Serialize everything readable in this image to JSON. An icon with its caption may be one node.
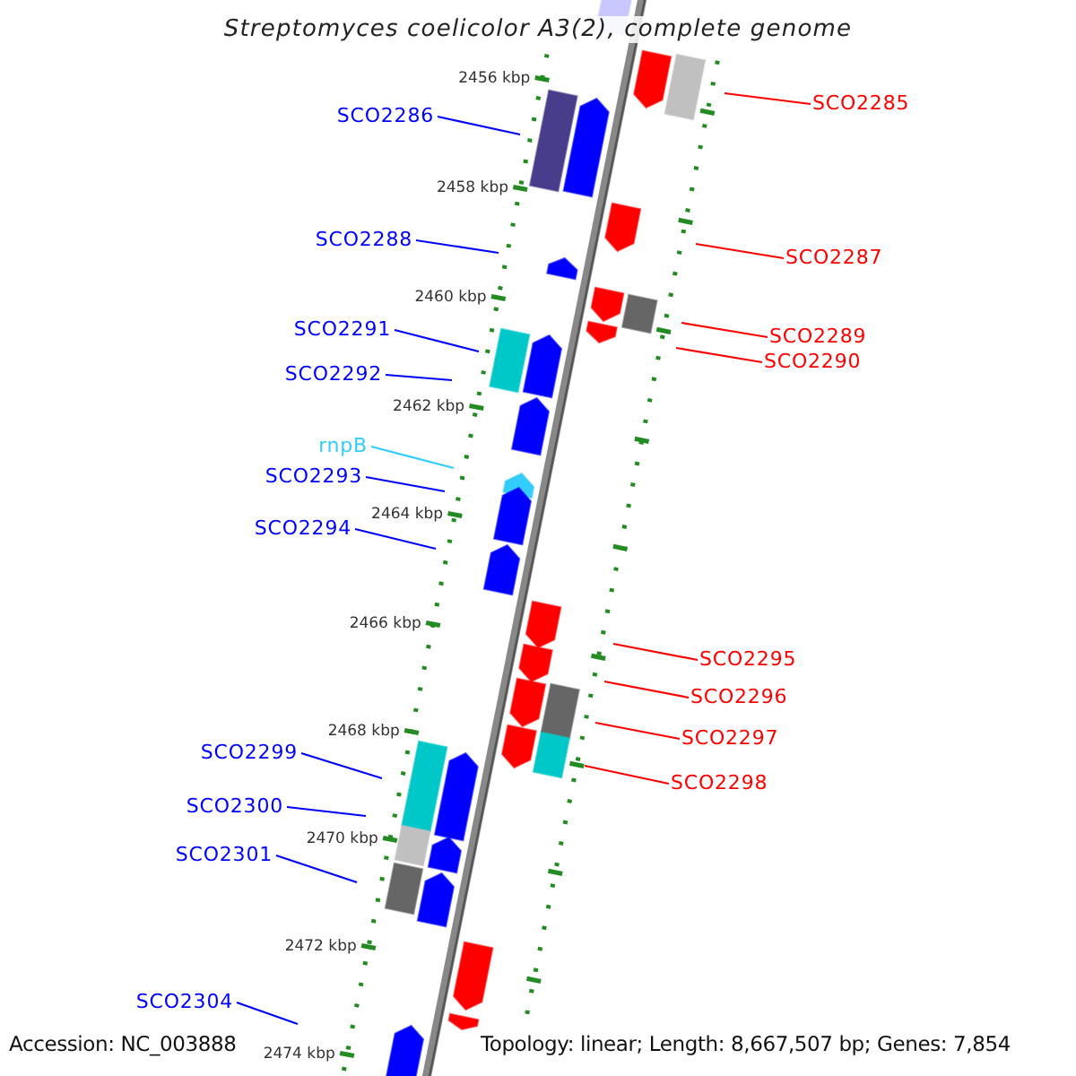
{
  "diagram": {
    "title": "Streptomyces coelicolor A3(2), complete genome",
    "nodes": [
      {
        "text": [
          "SCO2285"
        ]
      },
      {
        "text": [
          "SCO2286"
        ]
      },
      {
        "text": [
          "SCO2288"
        ]
      },
      {
        "text": [
          "SCO2287"
        ]
      },
      {
        "text": [
          "SCO2291"
        ]
      },
      {
        "text": [
          "SCO2289"
        ]
      },
      {
        "text": [
          "SCO2290"
        ]
      },
      {
        "text": [
          "SCO2292"
        ]
      },
      {
        "text": [
          "rnpB"
        ]
      },
      {
        "text": [
          "SCO2293"
        ]
      },
      {
        "text": [
          "SCO2294"
        ]
      },
      {
        "text": [
          "SCO2295"
        ]
      },
      {
        "text": [
          "SCO2296"
        ]
      },
      {
        "text": [
          "SCO2297"
        ]
      },
      {
        "text": [
          "SCO2299"
        ]
      },
      {
        "text": [
          "SCO2298"
        ]
      },
      {
        "text": [
          "SCO2300"
        ]
      },
      {
        "text": [
          "SCO2301"
        ]
      },
      {
        "text": [
          "SCO2304"
        ]
      }
    ],
    "edges": [
      {
        "from": 0,
        "to": null,
        "arrow": "none",
        "color": "#ff0000"
      },
      {
        "from": 1,
        "to": null,
        "arrow": "none"
      },
      {
        "from": 2,
        "to": null,
        "arrow": "none"
      },
      {
        "from": 3,
        "to": null,
        "arrow": "none",
        "color": "#ff0000"
      },
      {
        "from": 4,
        "to": null,
        "arrow": "none"
      },
      {
        "from": 5,
        "to": null,
        "arrow": "none",
        "color": "#ff0000"
      },
      {
        "from": 6,
        "to": null,
        "arrow": "none",
        "color": "#ff0000"
      },
      {
        "from": 7,
        "to": null,
        "arrow": "none"
      },
      {
        "from": 8,
        "to": null,
        "arrow": "none",
        "color": "#33ccff"
      },
      {
        "from": 9,
        "to": null,
        "arrow": "none"
      },
      {
        "from": 10,
        "to": null,
        "arrow": "none"
      },
      {
        "from": 11,
        "to": null,
        "arrow": "none",
        "color": "#ff0000"
      },
      {
        "from": 12,
        "to": null,
        "arrow": "none",
        "color": "#ff0000"
      },
      {
        "from": 13,
        "to": null,
        "arrow": "none",
        "color": "#ff0000"
      },
      {
        "from": 14,
        "to": null,
        "arrow": "none"
      },
      {
        "from": 15,
        "to": null,
        "arrow": "none",
        "color": "#ff0000"
      },
      {
        "from": 16,
        "to": null,
        "arrow": "none"
      },
      {
        "from": 17,
        "to": null,
        "arrow": "none"
      },
      {
        "from": 18,
        "to": null,
        "arrow": "none"
      }
    ],
    "labels": [
      "2456 kbp",
      "2458 kbp",
      "2460 kbp",
      "2462 kbp",
      "2464 kbp",
      "2466 kbp",
      "2468 kbp",
      "2470 kbp",
      "2472 kbp",
      "2474 kbp",
      "Accession: NC_003888",
      "Topology: linear; Length: 8,667,507 bp; Genes: 7,854"
    ]
  }
}
